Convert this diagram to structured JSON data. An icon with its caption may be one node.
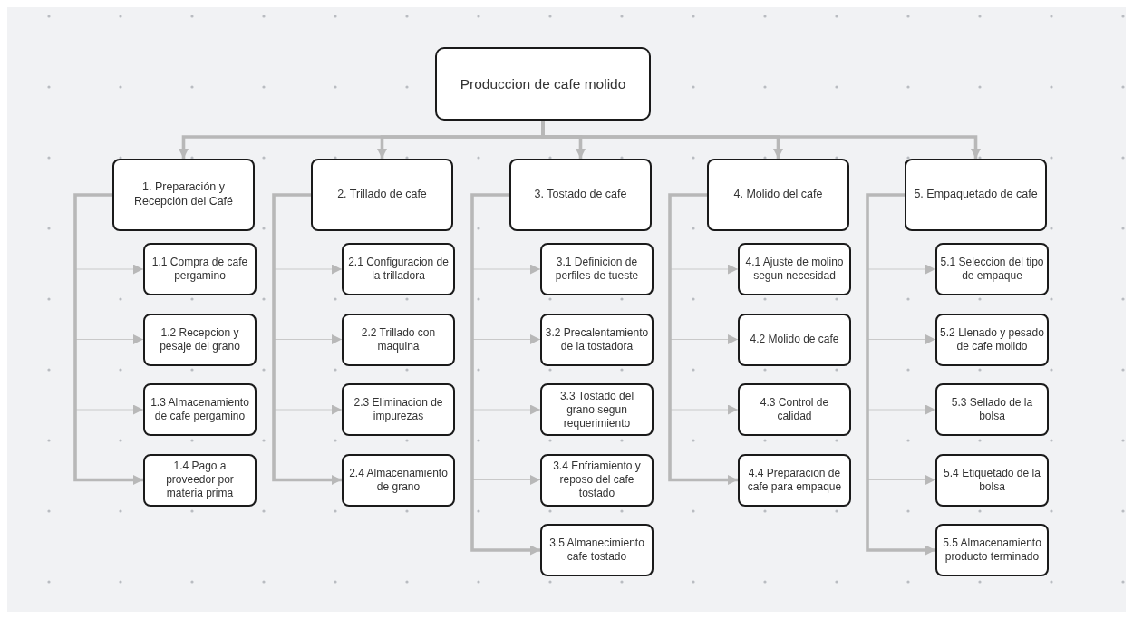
{
  "diagram": {
    "nodes": [
      {
        "text": [
          "Produccion de cafe molido"
        ]
      },
      {
        "text": [
          "1. Preparación y Recepción del Café"
        ]
      },
      {
        "text": [
          "1.1 Compra de cafe pergamino"
        ]
      },
      {
        "text": [
          "1.2 Recepcion y pesaje del grano"
        ]
      },
      {
        "text": [
          "1.3 Almacenamiento de cafe pergamino"
        ]
      },
      {
        "text": [
          "1.4 Pago a proveedor por materia prima"
        ]
      },
      {
        "text": [
          "2. Trillado de cafe"
        ]
      },
      {
        "text": [
          "2.1 Configuracion de la trilladora"
        ]
      },
      {
        "text": [
          "2.2 Trillado con maquina"
        ]
      },
      {
        "text": [
          "2.3 Eliminacion de impurezas"
        ]
      },
      {
        "text": [
          "2.4 Almacenamiento de grano"
        ]
      },
      {
        "text": [
          "3. Tostado de cafe"
        ]
      },
      {
        "text": [
          "3.1 Definicion de perfiles de tueste"
        ]
      },
      {
        "text": [
          "3.2 Precalentamiento de la tostadora"
        ]
      },
      {
        "text": [
          "3.3 Tostado del grano segun requerimiento"
        ]
      },
      {
        "text": [
          "3.4 Enfriamiento y reposo del cafe tostado"
        ]
      },
      {
        "text": [
          "3.5 Almanecimiento cafe tostado"
        ]
      },
      {
        "text": [
          "4. Molido del cafe"
        ]
      },
      {
        "text": [
          "4.1 Ajuste de molino segun necesidad"
        ]
      },
      {
        "text": [
          "4.2 Molido de cafe"
        ]
      },
      {
        "text": [
          "4.3 Control de calidad"
        ]
      },
      {
        "text": [
          "4.4 Preparacion de cafe para empaque"
        ]
      },
      {
        "text": [
          "5. Empaquetado de cafe"
        ]
      },
      {
        "text": [
          "5.1 Seleccion del tipo de empaque"
        ]
      },
      {
        "text": [
          "5.2 Llenado y pesado de cafe molido"
        ]
      },
      {
        "text": [
          "5.3 Sellado de la bolsa"
        ]
      },
      {
        "text": [
          "5.4 Etiquetado de la bolsa"
        ]
      },
      {
        "text": [
          "5.5 Almacenamiento producto terminado"
        ]
      }
    ],
    "edges": [
      {
        "from": 0,
        "to": 1,
        "arrow": "to",
        "style": "thick"
      },
      {
        "from": 0,
        "to": 6,
        "arrow": "to",
        "style": "thick"
      },
      {
        "from": 0,
        "to": 11,
        "arrow": "to",
        "style": "thick"
      },
      {
        "from": 0,
        "to": 17,
        "arrow": "to",
        "style": "thick"
      },
      {
        "from": 0,
        "to": 22,
        "arrow": "to",
        "style": "thick"
      },
      {
        "from": 1,
        "to": 2,
        "arrow": "to"
      },
      {
        "from": 1,
        "to": 3,
        "arrow": "to"
      },
      {
        "from": 1,
        "to": 4,
        "arrow": "to"
      },
      {
        "from": 1,
        "to": 5,
        "arrow": "to",
        "style": "thick"
      },
      {
        "from": 6,
        "to": 7,
        "arrow": "to"
      },
      {
        "from": 6,
        "to": 8,
        "arrow": "to"
      },
      {
        "from": 6,
        "to": 9,
        "arrow": "to"
      },
      {
        "from": 6,
        "to": 10,
        "arrow": "to",
        "style": "thick"
      },
      {
        "from": 11,
        "to": 12,
        "arrow": "to"
      },
      {
        "from": 11,
        "to": 13,
        "arrow": "to"
      },
      {
        "from": 11,
        "to": 14,
        "arrow": "to"
      },
      {
        "from": 11,
        "to": 15,
        "arrow": "to"
      },
      {
        "from": 11,
        "to": 16,
        "arrow": "to",
        "style": "thick"
      },
      {
        "from": 17,
        "to": 18,
        "arrow": "to"
      },
      {
        "from": 17,
        "to": 19,
        "arrow": "to"
      },
      {
        "from": 17,
        "to": 20,
        "arrow": "to"
      },
      {
        "from": 17,
        "to": 21,
        "arrow": "to",
        "style": "thick"
      },
      {
        "from": 22,
        "to": 23,
        "arrow": "to"
      },
      {
        "from": 22,
        "to": 24,
        "arrow": "to"
      },
      {
        "from": 22,
        "to": 25,
        "arrow": "to"
      },
      {
        "from": 22,
        "to": 26,
        "arrow": "to"
      },
      {
        "from": 22,
        "to": 27,
        "arrow": "to",
        "style": "thick"
      }
    ]
  }
}
